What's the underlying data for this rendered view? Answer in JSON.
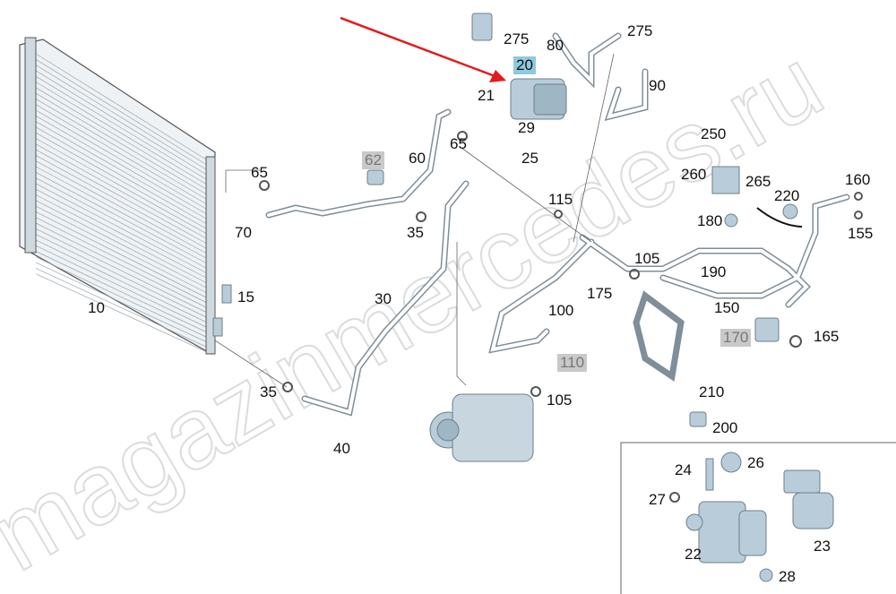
{
  "watermark": "magazinmercedes.ru",
  "colors": {
    "highlight_selected": "#8fc9de",
    "highlight_unavailable": "#c9c9c9",
    "arrow": "#e31b1b",
    "part_fill": "#b8cdd9"
  },
  "callouts": [
    {
      "id": "275a",
      "text": "275",
      "style": "normal"
    },
    {
      "id": "275b",
      "text": "275",
      "style": "normal"
    },
    {
      "id": "80",
      "text": "80",
      "style": "normal"
    },
    {
      "id": "20",
      "text": "20",
      "style": "selected"
    },
    {
      "id": "21",
      "text": "21",
      "style": "normal"
    },
    {
      "id": "90",
      "text": "90",
      "style": "normal"
    },
    {
      "id": "29",
      "text": "29",
      "style": "normal"
    },
    {
      "id": "65a",
      "text": "65",
      "style": "normal"
    },
    {
      "id": "25",
      "text": "25",
      "style": "normal"
    },
    {
      "id": "250",
      "text": "250",
      "style": "normal"
    },
    {
      "id": "260",
      "text": "260",
      "style": "normal"
    },
    {
      "id": "265",
      "text": "265",
      "style": "normal"
    },
    {
      "id": "62",
      "text": "62",
      "style": "unavailable"
    },
    {
      "id": "60",
      "text": "60",
      "style": "normal"
    },
    {
      "id": "65b",
      "text": "65",
      "style": "normal"
    },
    {
      "id": "70",
      "text": "70",
      "style": "normal"
    },
    {
      "id": "115",
      "text": "115",
      "style": "normal"
    },
    {
      "id": "160",
      "text": "160",
      "style": "normal"
    },
    {
      "id": "220",
      "text": "220",
      "style": "normal"
    },
    {
      "id": "180",
      "text": "180",
      "style": "normal"
    },
    {
      "id": "155",
      "text": "155",
      "style": "normal"
    },
    {
      "id": "35a",
      "text": "35",
      "style": "normal"
    },
    {
      "id": "105a",
      "text": "105",
      "style": "normal"
    },
    {
      "id": "175",
      "text": "175",
      "style": "normal"
    },
    {
      "id": "190",
      "text": "190",
      "style": "normal"
    },
    {
      "id": "15",
      "text": "15",
      "style": "normal"
    },
    {
      "id": "10",
      "text": "10",
      "style": "normal"
    },
    {
      "id": "30",
      "text": "30",
      "style": "normal"
    },
    {
      "id": "150",
      "text": "150",
      "style": "normal"
    },
    {
      "id": "100",
      "text": "100",
      "style": "normal"
    },
    {
      "id": "170",
      "text": "170",
      "style": "unavailable"
    },
    {
      "id": "165",
      "text": "165",
      "style": "normal"
    },
    {
      "id": "110",
      "text": "110",
      "style": "unavailable"
    },
    {
      "id": "35b",
      "text": "35",
      "style": "normal"
    },
    {
      "id": "105b",
      "text": "105",
      "style": "normal"
    },
    {
      "id": "210",
      "text": "210",
      "style": "normal"
    },
    {
      "id": "200",
      "text": "200",
      "style": "normal"
    },
    {
      "id": "40",
      "text": "40",
      "style": "normal"
    },
    {
      "id": "24",
      "text": "24",
      "style": "normal"
    },
    {
      "id": "26",
      "text": "26",
      "style": "normal"
    },
    {
      "id": "27",
      "text": "27",
      "style": "normal"
    },
    {
      "id": "22",
      "text": "22",
      "style": "normal"
    },
    {
      "id": "23",
      "text": "23",
      "style": "normal"
    },
    {
      "id": "28",
      "text": "28",
      "style": "normal"
    }
  ]
}
